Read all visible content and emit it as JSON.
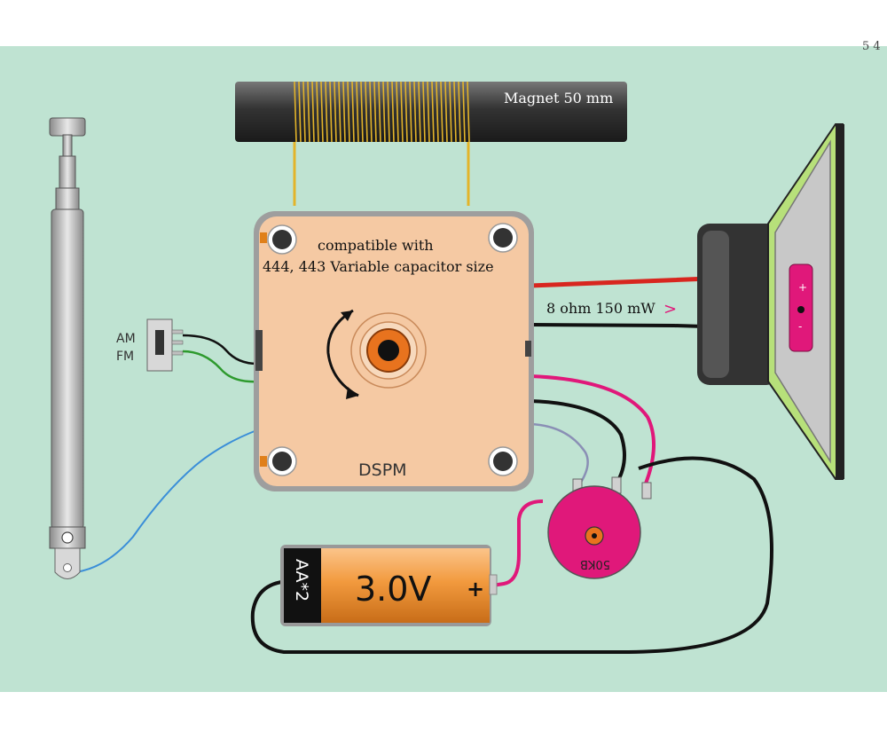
{
  "corner_text": "5 4",
  "rod": {
    "label": "Magnet 50 mm"
  },
  "module": {
    "note_line1": "compatible with",
    "note_line2": "444, 443 Variable capacitor size",
    "label": "DSPM"
  },
  "speaker": {
    "spec": "8 ohm 150 mW",
    "arrow": ">",
    "plus": "+",
    "minus": "-"
  },
  "switch": {
    "am": "AM",
    "fm": "FM"
  },
  "battery": {
    "voltage": "3.0V",
    "count": "AA*2",
    "plus": "+"
  },
  "potentiometer": {
    "label": "50KB"
  },
  "colors": {
    "background": "#bfe3d2",
    "module": "#f5c9a3",
    "red_wire": "#d8261f",
    "magenta_wire": "#e0187a",
    "green_wire": "#2e9a2e",
    "blue_wire": "#3a8ed8",
    "battery_orange": "#f29a3e",
    "pot": "#e0187a",
    "coil": "#e3b42a",
    "speaker_frame": "#b7e07a"
  }
}
